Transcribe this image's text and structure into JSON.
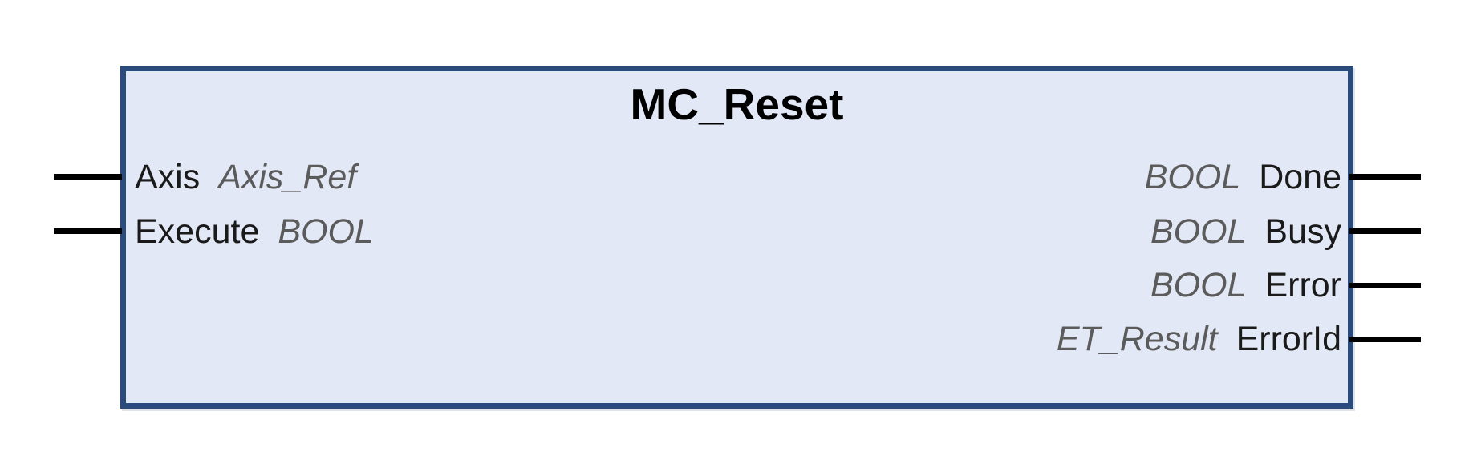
{
  "diagram": {
    "type": "function-block",
    "title": "MC_Reset",
    "inputs": [
      {
        "name": "Axis",
        "type": "Axis_Ref"
      },
      {
        "name": "Execute",
        "type": "BOOL"
      }
    ],
    "outputs": [
      {
        "type": "BOOL",
        "name": "Done"
      },
      {
        "type": "BOOL",
        "name": "Busy"
      },
      {
        "type": "BOOL",
        "name": "Error"
      },
      {
        "type": "ET_Result",
        "name": "ErrorId"
      }
    ],
    "colors": {
      "block_fill": "#e2e8f6",
      "block_border": "#2a4b7c",
      "name_text": "#000000",
      "type_text": "#5b5b5b",
      "pin_line": "#000000",
      "background": "#ffffff"
    }
  }
}
